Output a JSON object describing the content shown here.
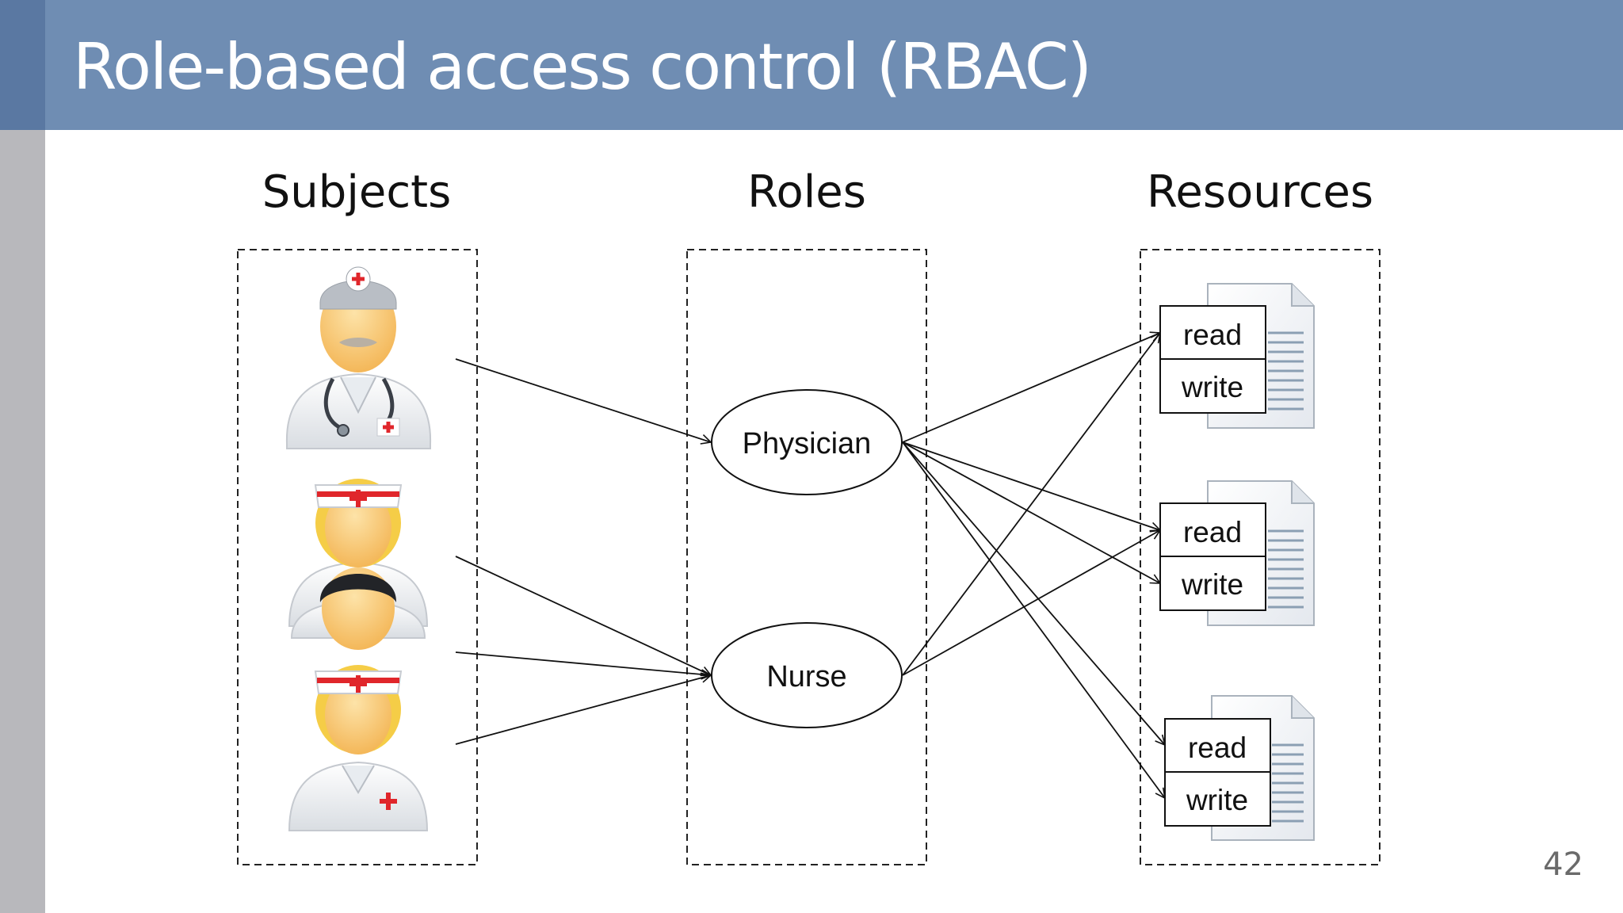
{
  "slide": {
    "title": "Role-based access control (RBAC)",
    "page_number": "42",
    "colors": {
      "title_bar": "#6f8db3",
      "title_bar_edge": "#5a78a2",
      "left_strip": "#b8b8bc",
      "title_text": "#ffffff"
    }
  },
  "columns": {
    "subjects": "Subjects",
    "roles": "Roles",
    "resources": "Resources"
  },
  "subjects": [
    {
      "icon": "physician-icon"
    },
    {
      "icon": "nurse-icon"
    },
    {
      "icon": "nurse-icon"
    },
    {
      "icon": "nurse-icon"
    }
  ],
  "roles": [
    {
      "label": "Physician"
    },
    {
      "label": "Nurse"
    }
  ],
  "resources": [
    {
      "icon": "document-icon",
      "permissions": [
        "read",
        "write"
      ]
    },
    {
      "icon": "document-icon",
      "permissions": [
        "read",
        "write"
      ]
    },
    {
      "icon": "document-icon",
      "permissions": [
        "read",
        "write"
      ]
    }
  ],
  "subject_role_edges": [
    {
      "subject": 0,
      "role": "Physician"
    },
    {
      "subject": 1,
      "role": "Nurse"
    },
    {
      "subject": 2,
      "role": "Nurse"
    },
    {
      "subject": 3,
      "role": "Nurse"
    }
  ],
  "role_permission_edges": [
    {
      "role": "Physician",
      "resource": 0,
      "permission": "read"
    },
    {
      "role": "Physician",
      "resource": 1,
      "permission": "read"
    },
    {
      "role": "Physician",
      "resource": 1,
      "permission": "write"
    },
    {
      "role": "Physician",
      "resource": 2,
      "permission": "read"
    },
    {
      "role": "Physician",
      "resource": 2,
      "permission": "write"
    },
    {
      "role": "Nurse",
      "resource": 0,
      "permission": "read"
    },
    {
      "role": "Nurse",
      "resource": 1,
      "permission": "read"
    }
  ]
}
